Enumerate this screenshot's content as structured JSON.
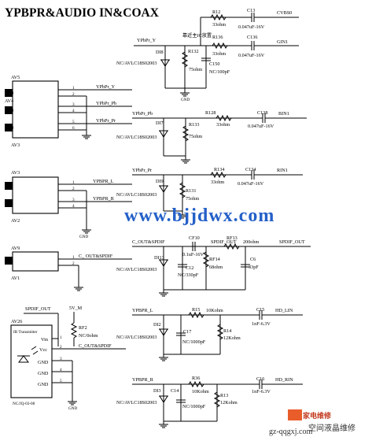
{
  "title": "YPBPR&AUDIO IN&COAX",
  "texts": {
    "cvbs0_net": "CVBS0",
    "gin1_net": "GIN1",
    "bin1_net": "BIN1",
    "rin1_net": "RIN1",
    "spdif_out_net": "SPDIF_OUT",
    "hd_lin_net": "HD_LIN",
    "hd_rin_net": "HD_RIN",
    "ypbpr_y_net": "YPbPr_Y",
    "ypbpr_pb_net": "YPbPr_Pb",
    "ypbpr_pr_net": "YPbPr_Pr",
    "ypbpr_l_net": "YPBPR_L",
    "ypbpr_r_net": "YPBPR_R",
    "c_out_spdif_net": "C_OUT&SPDIF",
    "c_out_spdif_net2": "C_OUT&SPDIF",
    "c_out_spdif_net3": "C_ OUT&SPDIF",
    "spdif_out_left": "SPDIF_OUT",
    "five_v_m": "5V_M",
    "near_ic": "靠近主IC放置",
    "conn_av5": "AV5",
    "conn_av3": "AV3",
    "conn_av4": "AV4",
    "conn_av2": "AV2",
    "conn_av9": "AV9",
    "conn_av1": "AV1",
    "gnd": "GND",
    "r12": "R12",
    "r12v": "33ohm",
    "c13": "C13",
    "c13v": "0.047uF-16V",
    "r136": "R136",
    "r136v": "33ohm",
    "c136": "C136",
    "c136v": "0.047uF-16V",
    "r132": "R132",
    "r132v": "75ohm",
    "c150": "C150",
    "c150v": "NC/100pF",
    "d18": "DI8",
    "d18v": "NC/AVLC18S02003",
    "r128": "R128",
    "r128v": "33ohm",
    "c138": "C138",
    "c138v": "0.047uF-16V",
    "r133": "R133",
    "r133v": "75ohm",
    "d17": "DI7",
    "d17v": "NC/AVLC18S02003",
    "r134": "R134",
    "r134v": "33ohm",
    "c134": "C134",
    "c134v": "0.047uF-16V",
    "r131": "R131",
    "r131v": "75ohm",
    "d19": "DI9",
    "d19v": "NC/AVLC18S02003",
    "cf10": "CF10",
    "cf10v": "0.1uF-16V",
    "rf13": "RF13",
    "rf13v": "200ohm",
    "rf14": "RF14",
    "rf14v": "68ohm",
    "c6": "C6",
    "c6v": "33pF",
    "c12": "C12",
    "c12v": "NC/330pF",
    "d113": "DI13",
    "d113v": "NC/AVLC18S02003",
    "rf2": "RF2",
    "rf2v": "NC/0ohm",
    "r15": "R15",
    "r15v": "10Kohm",
    "r14": "R14",
    "r14v": "12Kohm",
    "c15": "C15",
    "c15v": "1nF-6.3V",
    "c17": "C17",
    "c17v": "NC/1000pF",
    "d12": "DI2",
    "d12v": "NC/AVLC18S02003",
    "r36": "R36",
    "r36v": "10Kohm",
    "r13": "R13",
    "r13v": "12Kohm",
    "c16": "C16",
    "c16v": "1nF-6.3V",
    "c14": "C14",
    "c14v": "NC/1000pF",
    "d13": "DI3",
    "d13v": "NC/AVLC18S02003",
    "av26": "AV26",
    "ir_tx": "IR Transmitter",
    "vin": "Vin",
    "vcc": "Vcc",
    "gnd_pin": "GND",
    "av26_part": "NC/JQ-03-08",
    "website": "www.bjjdwx.com",
    "wm_site": "gz-qqgxj.com",
    "wm_brand": "空间液晶维修",
    "wm_logo": "家电维修"
  },
  "pins": [
    "1",
    "2",
    "3",
    "4",
    "5",
    "6",
    "1",
    "2",
    "3",
    "4",
    "1",
    "2",
    "1",
    "2",
    "3",
    "4",
    "5"
  ]
}
